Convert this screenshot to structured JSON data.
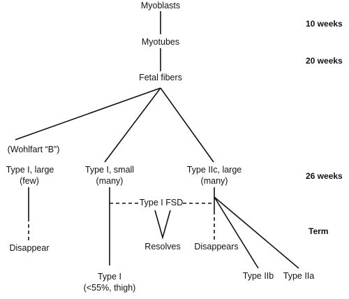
{
  "nodes": {
    "myoblasts": "Myoblasts",
    "myotubes": "Myotubes",
    "fetal_fibers": "Fetal fibers",
    "wohlfart_b": "(Wohlfart “B”)",
    "type1_large": "Type I, large",
    "type1_large_count": "(few)",
    "type1_small": "Type I, small",
    "type1_small_count": "(many)",
    "type2c_large": "Type IIc, large",
    "type2c_large_count": "(many)",
    "type1_fsd": "Type I FSD",
    "disappear": "Disappear",
    "resolves": "Resolves",
    "disappears": "Disappears",
    "type1": "Type I",
    "type1_detail": "(<55%, thigh)",
    "type2b": "Type IIb",
    "type2a": "Type IIa"
  },
  "timeline": {
    "w10": "10 weeks",
    "w20": "20 weeks",
    "w26": "26 weeks",
    "term": "Term"
  }
}
